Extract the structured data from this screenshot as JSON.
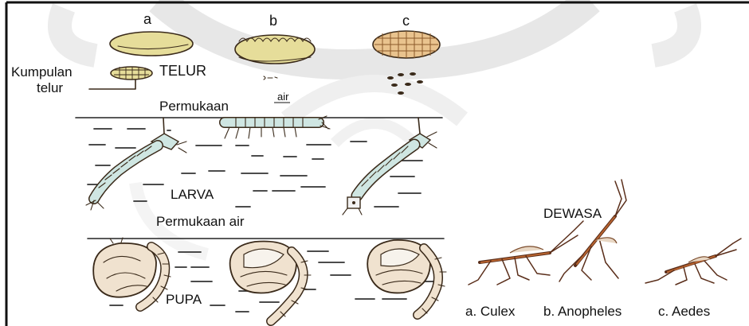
{
  "egg_section": {
    "label": "TELUR",
    "cluster_label_line1": "Kumpulan",
    "cluster_label_line2": "telur",
    "letters": [
      "a",
      "b",
      "c"
    ]
  },
  "larva_section": {
    "surface_label": "Permukaan",
    "surface_label_suffix": "air",
    "label": "LARVA"
  },
  "pupa_section": {
    "surface_label": "Permukaan air",
    "label": "PUPA"
  },
  "adult_section": {
    "label": "DEWASA",
    "species": [
      "a. Culex",
      "b. Anopheles",
      "c. Aedes"
    ]
  },
  "colors": {
    "egg_fill": "#e6dd9a",
    "larva_fill": "#cfe6e2",
    "pupa_fill": "#f0e2cf",
    "ink": "#3a2a1a",
    "border": "#111111",
    "watermark": "#c8c8c8"
  },
  "icons": {
    "watermark": "university-logo-watermark"
  }
}
